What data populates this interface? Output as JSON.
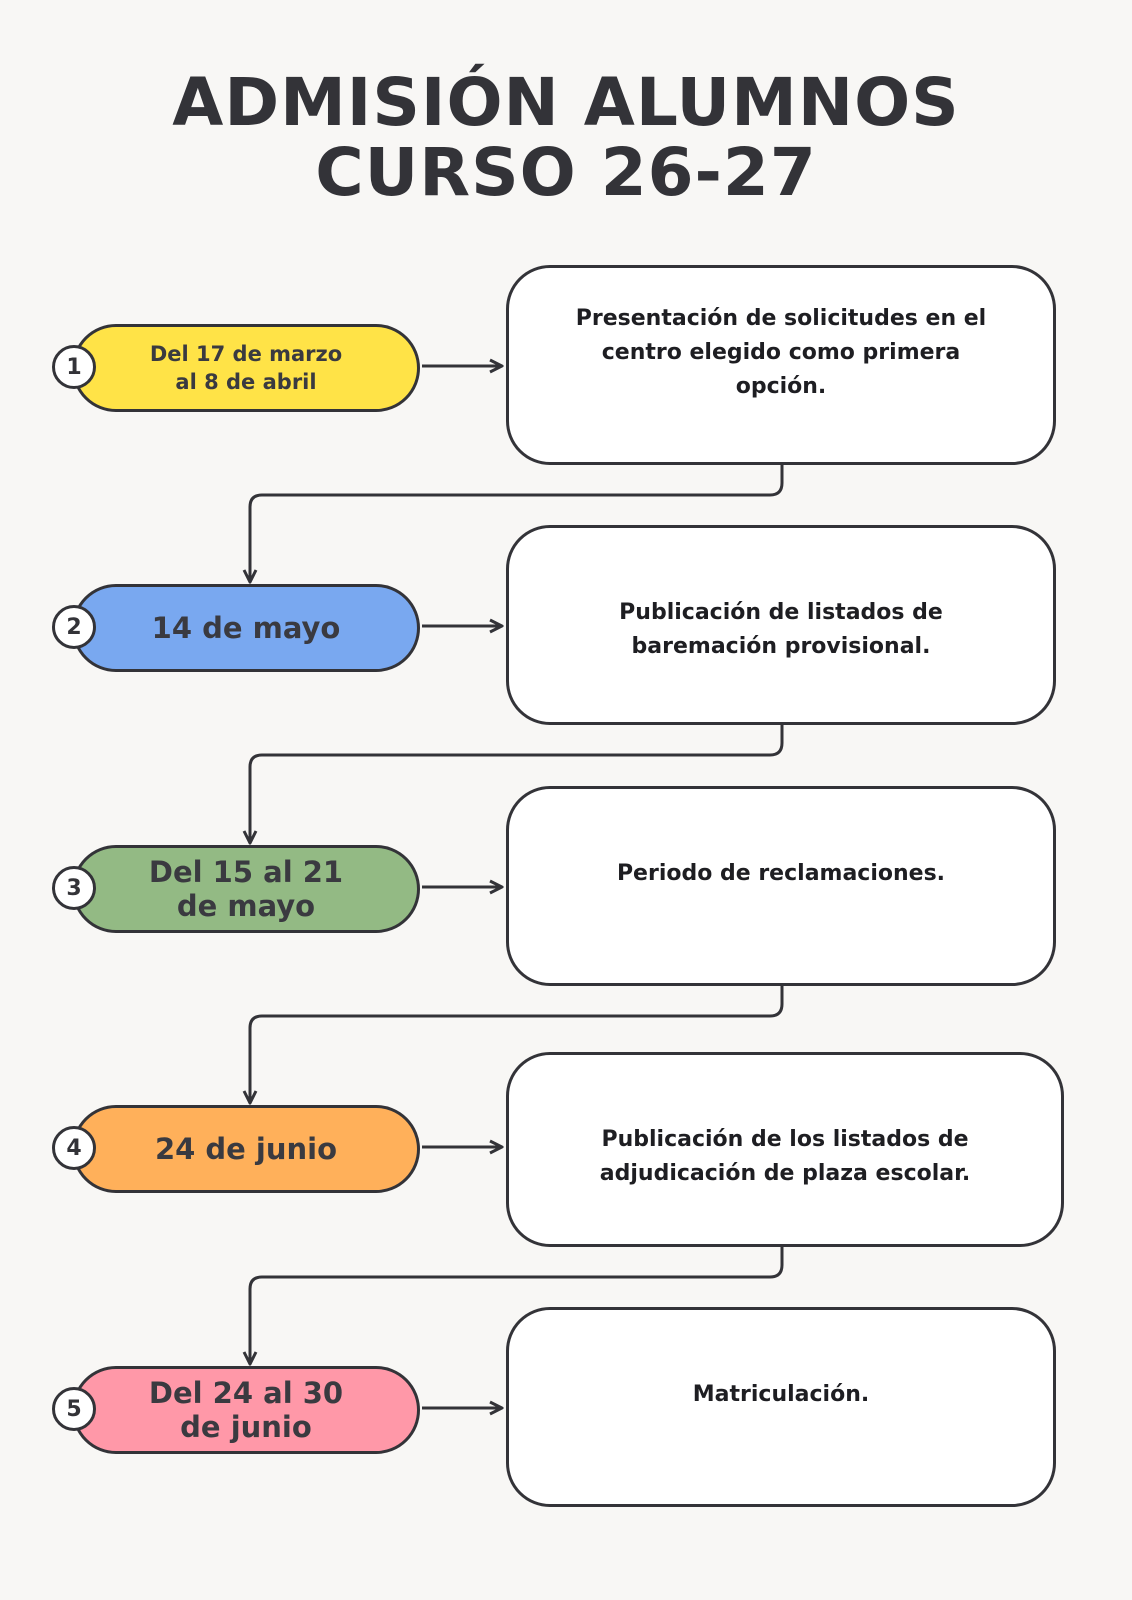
{
  "title": {
    "line1": "ADMISIÓN ALUMNOS",
    "line2": "CURSO 26-27"
  },
  "colors": {
    "stroke": "#333338",
    "background": "#f8f7f5",
    "step1": "#ffe347",
    "step2": "#79a8f0",
    "step3": "#93ba84",
    "step4": "#ffb05a",
    "step5": "#ff98a8"
  },
  "steps": [
    {
      "number": "1",
      "date_lines": [
        "Del 17 de marzo",
        "al 8 de abril"
      ],
      "description_lines": [
        "Presentación de solicitudes en el",
        "centro elegido como primera",
        "opción."
      ]
    },
    {
      "number": "2",
      "date_lines": [
        "14 de mayo"
      ],
      "description_lines": [
        "Publicación de listados de",
        "baremación  provisional."
      ]
    },
    {
      "number": "3",
      "date_lines": [
        "Del 15 al 21",
        "de mayo"
      ],
      "description_lines": [
        "Periodo de reclamaciones."
      ]
    },
    {
      "number": "4",
      "date_lines": [
        "24 de junio"
      ],
      "description_lines": [
        "Publicación de los listados de",
        "adjudicación de plaza escolar."
      ]
    },
    {
      "number": "5",
      "date_lines": [
        "Del 24 al 30",
        "de junio"
      ],
      "description_lines": [
        "Matriculación."
      ]
    }
  ]
}
